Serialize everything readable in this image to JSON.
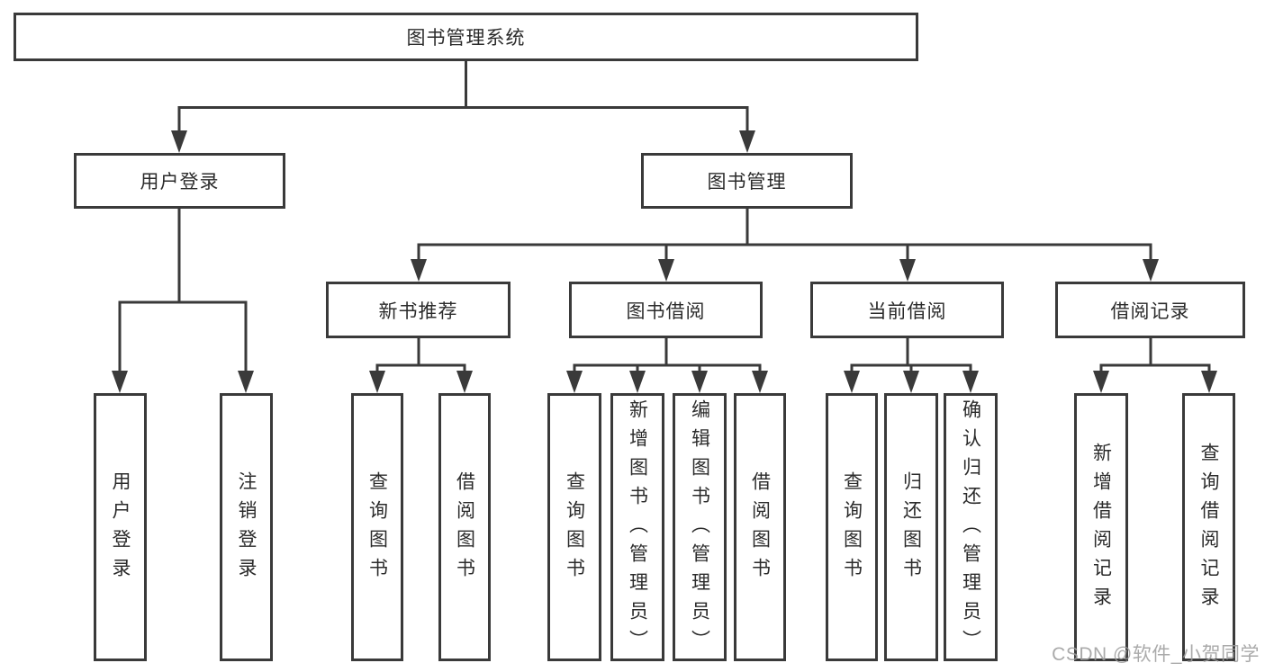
{
  "nodes": {
    "root": {
      "label": "图书管理系统"
    },
    "level2": [
      {
        "label": "用户登录"
      },
      {
        "label": "图书管理"
      }
    ],
    "level3": [
      {
        "label": "新书推荐"
      },
      {
        "label": "图书借阅"
      },
      {
        "label": "当前借阅"
      },
      {
        "label": "借阅记录"
      }
    ],
    "leaves": [
      {
        "label": "用户登录"
      },
      {
        "label": "注销登录"
      },
      {
        "label": "查询图书"
      },
      {
        "label": "借阅图书"
      },
      {
        "label": "查询图书"
      },
      {
        "label": "新增图书（管理员）"
      },
      {
        "label": "编辑图书（管理员）"
      },
      {
        "label": "借阅图书"
      },
      {
        "label": "查询图书"
      },
      {
        "label": "归还图书"
      },
      {
        "label": "确认归还（管理员）"
      },
      {
        "label": "新增借阅记录"
      },
      {
        "label": "查询借阅记录"
      }
    ]
  },
  "watermark": {
    "text": "CSDN @软件_小贺同学"
  },
  "colors": {
    "line": "#3a3a3a",
    "box_border": "#3a3a3a",
    "text": "#2b2b2b",
    "watermark": "#9c9c9c",
    "background": "#ffffff"
  }
}
